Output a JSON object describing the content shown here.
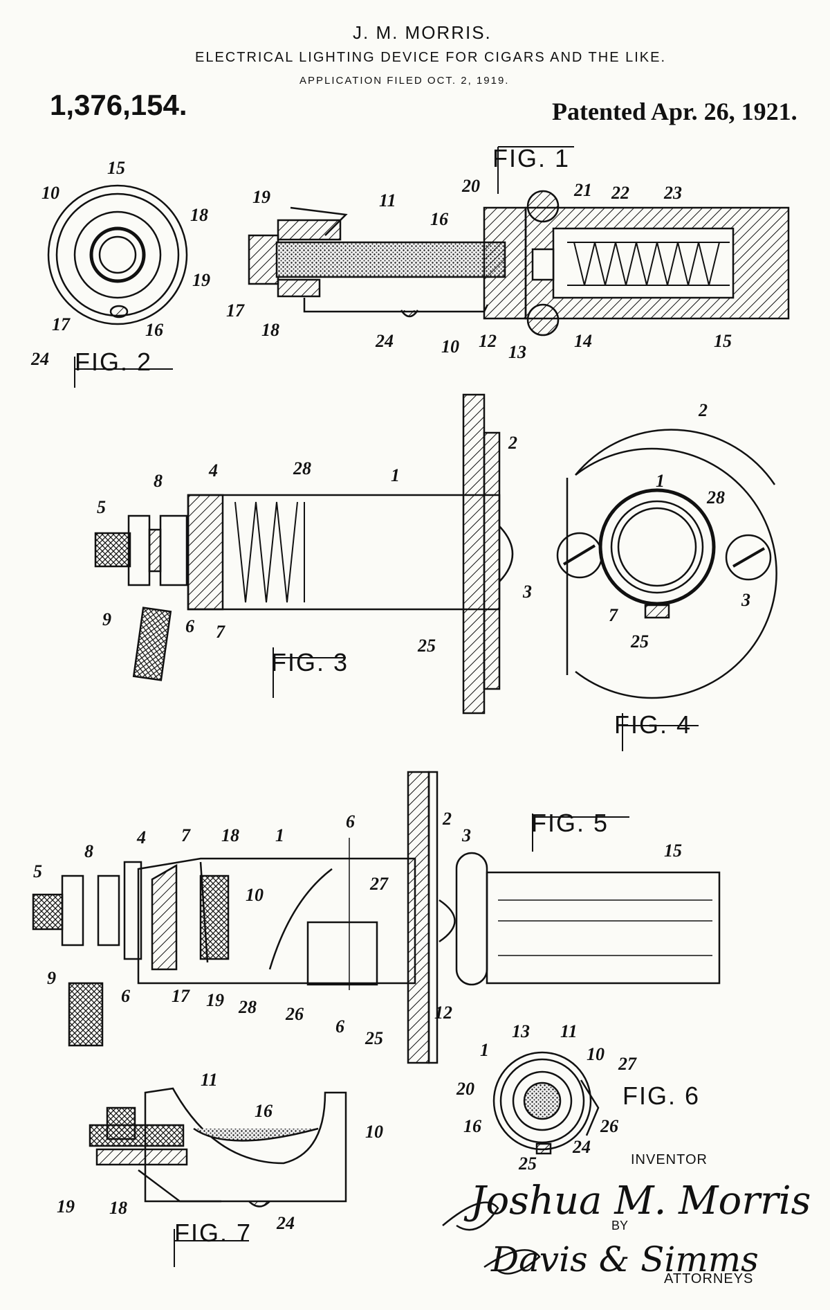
{
  "header": {
    "inventor_name": "J. M. MORRIS.",
    "title": "ELECTRICAL LIGHTING DEVICE FOR CIGARS AND THE LIKE.",
    "filed": "APPLICATION FILED OCT. 2, 1919.",
    "patent_number": "1,376,154.",
    "patented": "Patented Apr. 26, 1921."
  },
  "figures": {
    "fig1": "FIG. 1",
    "fig2": "FIG. 2",
    "fig3": "FIG. 3",
    "fig4": "FIG. 4",
    "fig5": "FIG. 5",
    "fig6": "FIG. 6",
    "fig7": "FIG. 7"
  },
  "labels": {
    "fig1": [
      "19",
      "11",
      "16",
      "20",
      "21",
      "22",
      "23",
      "17",
      "18",
      "24",
      "10",
      "12",
      "13",
      "14",
      "15"
    ],
    "fig2": [
      "15",
      "10",
      "18",
      "19",
      "17",
      "16",
      "24"
    ],
    "fig3": [
      "8",
      "4",
      "28",
      "1",
      "2",
      "5",
      "9",
      "6",
      "7",
      "25"
    ],
    "fig4": [
      "2",
      "1",
      "28",
      "3",
      "7",
      "25",
      "3"
    ],
    "fig5": [
      "5",
      "8",
      "4",
      "7",
      "18",
      "1",
      "6",
      "2",
      "3",
      "15",
      "10",
      "27",
      "9",
      "6",
      "17",
      "19",
      "28",
      "26",
      "6",
      "25",
      "12"
    ],
    "fig6": [
      "13",
      "11",
      "1",
      "10",
      "27",
      "20",
      "16",
      "26",
      "24",
      "25"
    ],
    "fig7": [
      "11",
      "16",
      "10",
      "19",
      "18",
      "24"
    ]
  },
  "signature": {
    "inventor_label": "INVENTOR",
    "inventor_signature": "Joshua M. Morris",
    "by_label": "BY",
    "attorney_signature": "Davis & Simms",
    "attorneys_label": "ATTORNEYS"
  }
}
